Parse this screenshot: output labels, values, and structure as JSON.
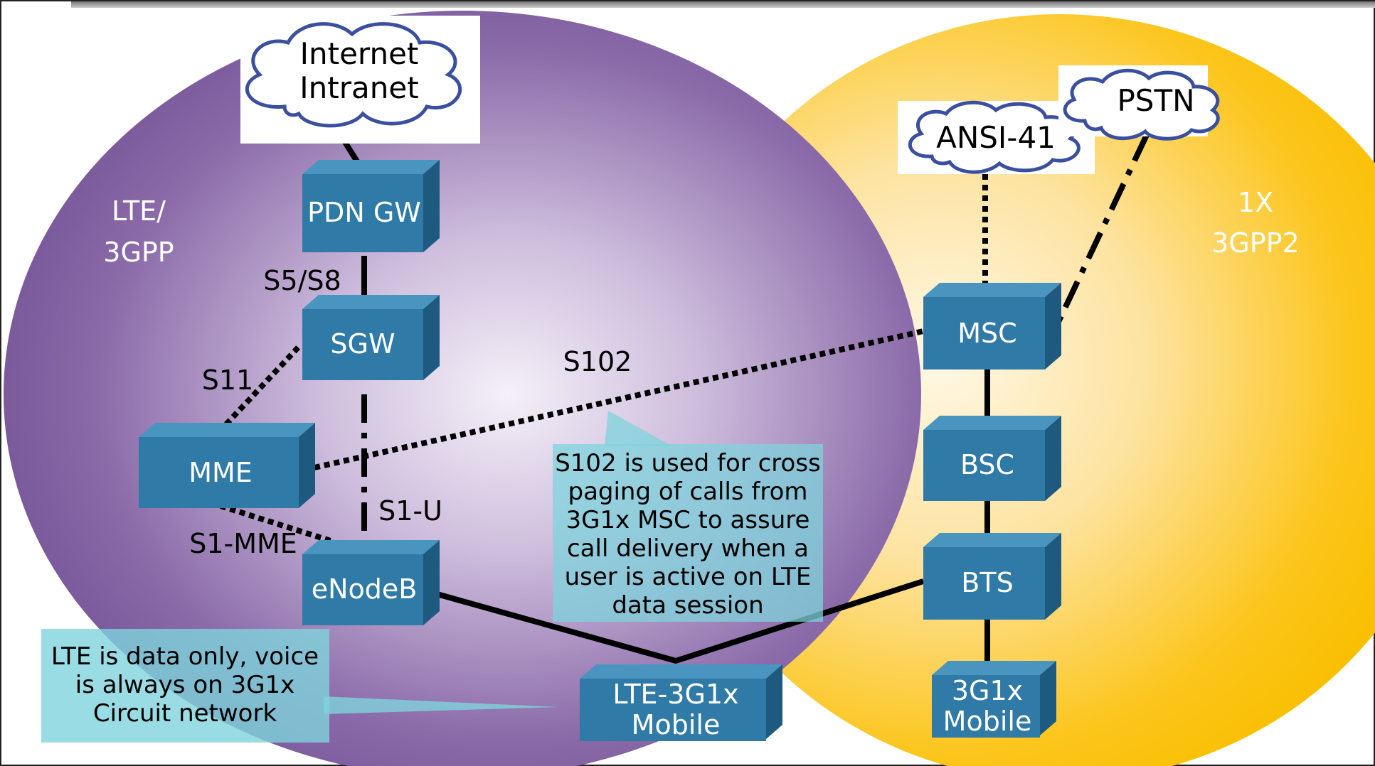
{
  "regions": {
    "left": {
      "label_line1": "LTE/",
      "label_line2": "3GPP"
    },
    "right": {
      "label_line1": "1X",
      "label_line2": "3GPP2"
    }
  },
  "clouds": {
    "internet_line1": "Internet",
    "internet_line2": "Intranet",
    "ansi": "ANSI-41",
    "pstn": "PSTN"
  },
  "nodes": {
    "pdn_gw": "PDN GW",
    "sgw": "SGW",
    "mme": "MME",
    "enodeb": "eNodeB",
    "lte_mobile_line1": "LTE-3G1x",
    "lte_mobile_line2": "Mobile",
    "msc": "MSC",
    "bsc": "BSC",
    "bts": "BTS",
    "mobile_3g_line1": "3G1x",
    "mobile_3g_line2": "Mobile"
  },
  "interfaces": {
    "s5s8": "S5/S8",
    "s11": "S11",
    "s102": "S102",
    "s1u": "S1-U",
    "s1mme": "S1-MME"
  },
  "callouts": {
    "s102_note": [
      "S102 is used for cross",
      "paging of calls from",
      "3G1x MSC to assure",
      "call delivery when a",
      "user is active on LTE",
      "data session"
    ],
    "lte_note": [
      "LTE is data only, voice",
      "is always on 3G1x",
      "Circuit network"
    ]
  },
  "colors": {
    "lte_region": "#7a5a98",
    "cdma_region": "#fbc30e",
    "node_fill": "#2f7aa6",
    "callout_fill": "#7fd3dc"
  }
}
